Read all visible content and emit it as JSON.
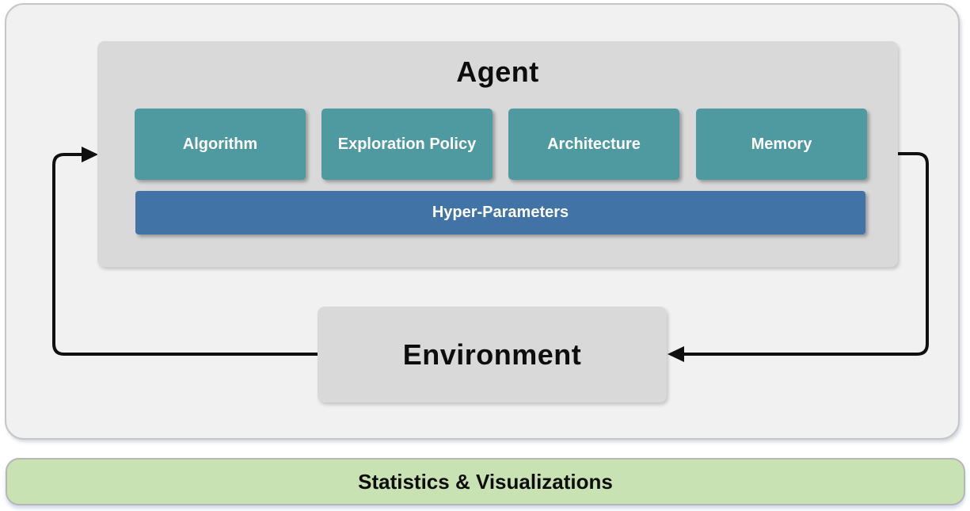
{
  "diagram": {
    "agent": {
      "title": "Agent",
      "components": [
        {
          "label": "Algorithm"
        },
        {
          "label": "Exploration Policy"
        },
        {
          "label": "Architecture"
        },
        {
          "label": "Memory"
        }
      ],
      "hyper_parameters": {
        "label": "Hyper-Parameters"
      }
    },
    "environment": {
      "label": "Environment"
    },
    "stats_bar": {
      "label": "Statistics & Visualizations"
    },
    "arrows": [
      {
        "name": "environment-to-agent",
        "from": "Environment",
        "to": "Agent"
      },
      {
        "name": "agent-to-environment",
        "from": "Agent",
        "to": "Environment"
      }
    ],
    "colors": {
      "component_teal": "#4f99a1",
      "hyper_parameters_blue": "#4173a6",
      "panel_gray": "#d9d9d9",
      "outer_panel_background": "#f1f1f1",
      "outer_panel_border": "#c6c6c6",
      "stats_green": "#c9e2b4",
      "arrow_black": "#101010"
    }
  }
}
